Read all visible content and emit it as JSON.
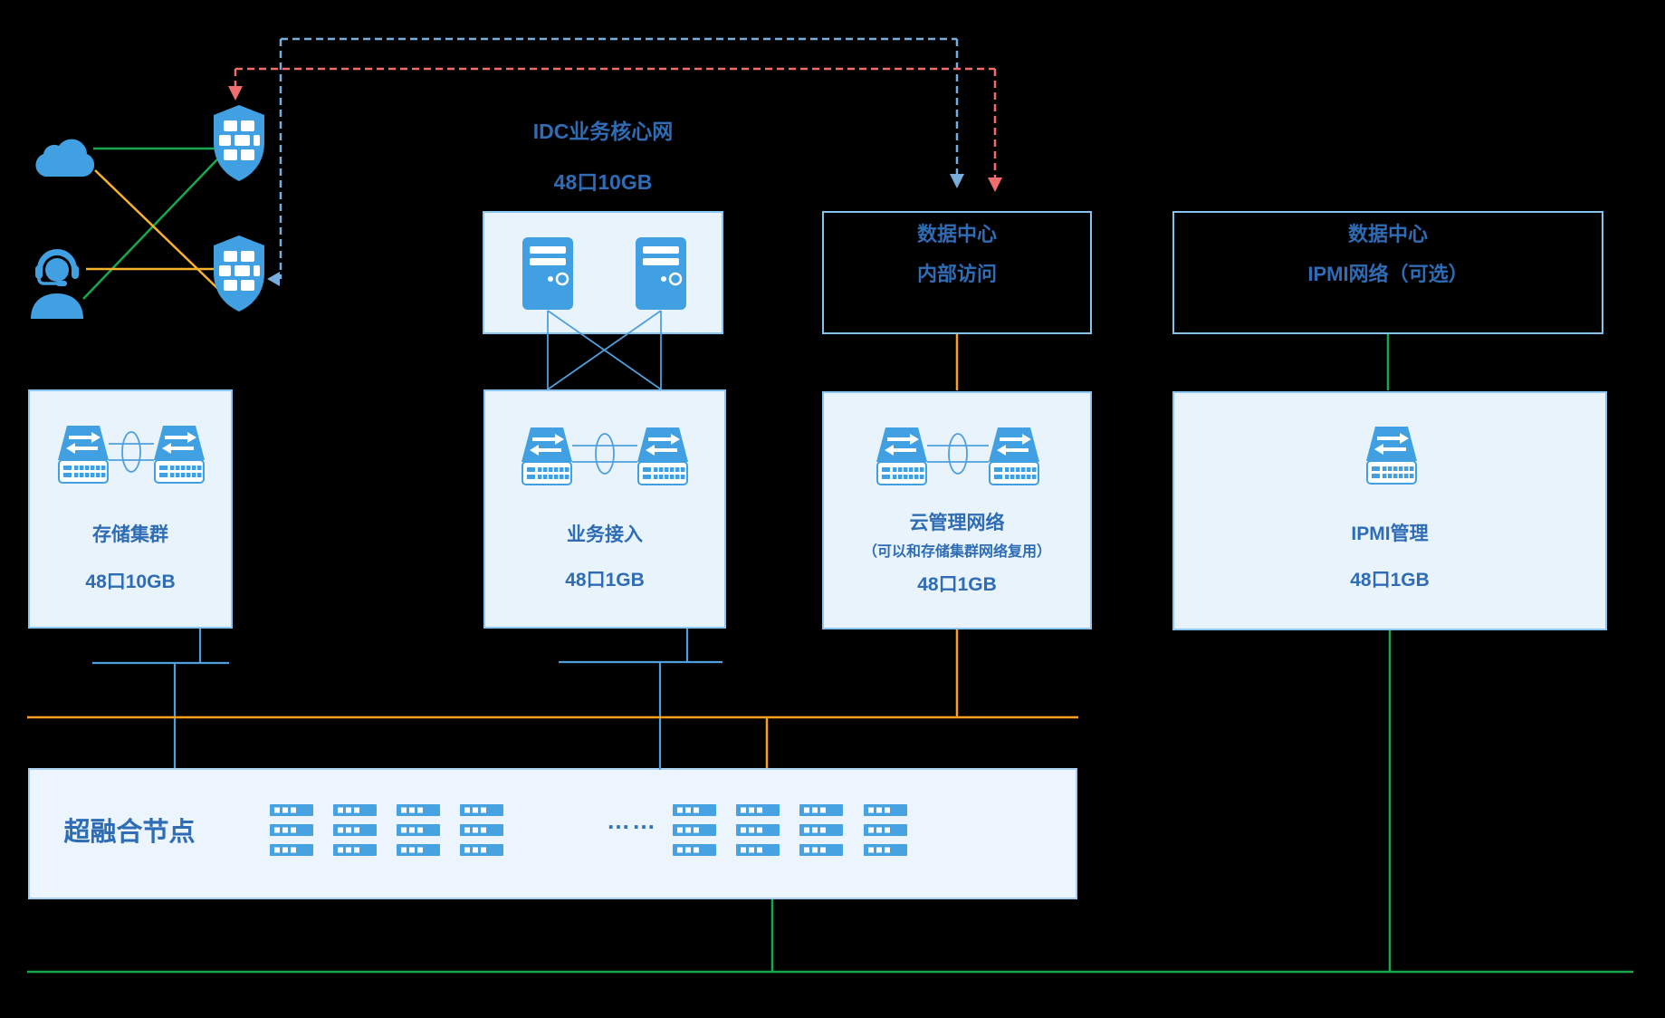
{
  "idc": {
    "title": "IDC业务核心网",
    "subtitle": "48口10GB"
  },
  "data_center_access": {
    "line1": "数据中心",
    "line2": "内部访问"
  },
  "data_center_ipmi": {
    "line1": "数据中心",
    "line2": "IPMI网络（可选）"
  },
  "storage": {
    "label": "存储集群",
    "spec": "48口10GB"
  },
  "business": {
    "label": "业务接入",
    "spec": "48口1GB"
  },
  "cloud_mgmt": {
    "label": "云管理网络",
    "note": "（可以和存储集群网络复用）",
    "spec": "48口1GB"
  },
  "ipmi_mgmt": {
    "label": "IPMI管理",
    "spec": "48口1GB"
  },
  "nodes": {
    "label": "超融合节点",
    "ellipsis": "……"
  },
  "icons": {
    "cloud": "cloud-icon",
    "operator": "support-operator-icon",
    "firewall": "firewall-shield-icon",
    "core_server": "server-tower-icon",
    "switch": "network-switch-icon",
    "node_server": "rack-server-icon"
  },
  "colors": {
    "icon_blue": "#41a0e2",
    "line_blue": "#4f9fdd",
    "orange": "#f9a01f",
    "green": "#17a84e",
    "red_dash": "#f16c6c",
    "blue_dash": "#78aede",
    "box_fill": "#e9f3fc",
    "box_border": "#8cc6f2",
    "label_text": "#2e6cb5"
  }
}
